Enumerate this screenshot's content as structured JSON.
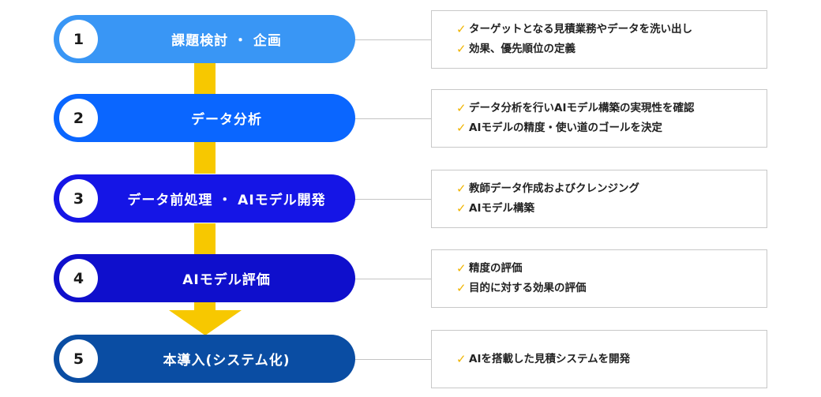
{
  "colors": {
    "step1": "#3996f5",
    "step2": "#0a66ff",
    "step3": "#1515e6",
    "step4": "#0f0fcc",
    "step5": "#0a4da3",
    "connector": "#f7c800",
    "check": "#f0b400"
  },
  "steps": [
    {
      "number": "1",
      "label": "課題検討 ・ 企画",
      "details": [
        "ターゲットとなる見積業務やデータを洗い出し",
        "効果、優先順位の定義"
      ]
    },
    {
      "number": "2",
      "label": "データ分析",
      "details": [
        "データ分析を行いAIモデル構築の実現性を確認",
        "AIモデルの精度・使い道のゴールを決定"
      ]
    },
    {
      "number": "3",
      "label": "データ前処理 ・ AIモデル開発",
      "details": [
        "教師データ作成およびクレンジング",
        "AIモデル構築"
      ]
    },
    {
      "number": "4",
      "label": "AIモデル評価",
      "details": [
        "精度の評価",
        "目的に対する効果の評価"
      ]
    },
    {
      "number": "5",
      "label": "本導入(システム化)",
      "details": [
        "AIを搭載した見積システムを開発"
      ]
    }
  ],
  "check_icon": "✓"
}
